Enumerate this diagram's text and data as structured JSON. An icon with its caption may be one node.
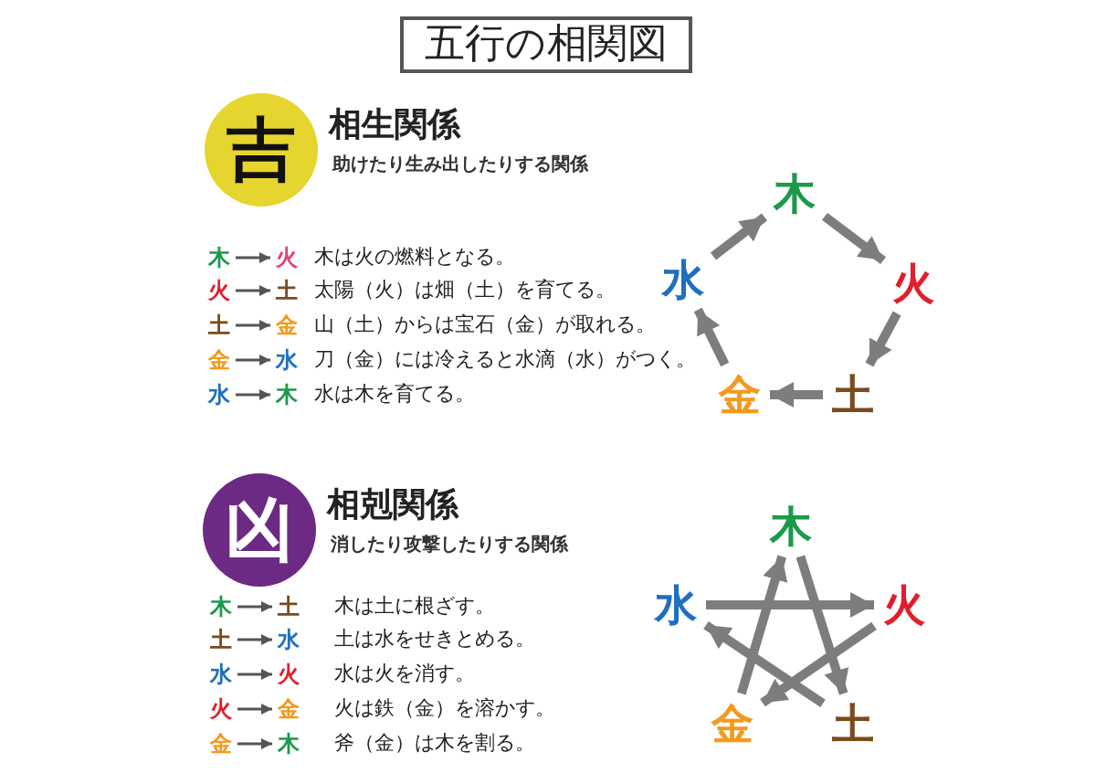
{
  "diagram": {
    "title": "五行の相関図",
    "nodes": [
      {
        "text": [
          "吉"
        ],
        "beside": [
          "相生関係",
          "助けたり生み出したりする関係"
        ]
      },
      {
        "text": [
          "木"
        ]
      },
      {
        "text": [
          "火"
        ]
      },
      {
        "text": [
          "火"
        ]
      },
      {
        "text": [
          "土"
        ]
      },
      {
        "text": [
          "土"
        ]
      },
      {
        "text": [
          "金"
        ]
      },
      {
        "text": [
          "金"
        ]
      },
      {
        "text": [
          "水"
        ]
      },
      {
        "text": [
          "水"
        ]
      },
      {
        "text": [
          "木"
        ]
      },
      {
        "text": [
          "木"
        ]
      },
      {
        "text": [
          "火"
        ]
      },
      {
        "text": [
          "土"
        ]
      },
      {
        "text": [
          "金"
        ]
      },
      {
        "text": [
          "水"
        ]
      },
      {
        "text": [
          "凶"
        ],
        "beside": [
          "相剋関係",
          "消したり攻撃したりする関係"
        ]
      },
      {
        "text": [
          "木"
        ]
      },
      {
        "text": [
          "土"
        ]
      },
      {
        "text": [
          "土"
        ]
      },
      {
        "text": [
          "水"
        ]
      },
      {
        "text": [
          "水"
        ]
      },
      {
        "text": [
          "火"
        ]
      },
      {
        "text": [
          "火"
        ]
      },
      {
        "text": [
          "金"
        ]
      },
      {
        "text": [
          "金"
        ]
      },
      {
        "text": [
          "木"
        ]
      },
      {
        "text": [
          "木"
        ]
      },
      {
        "text": [
          "火"
        ]
      },
      {
        "text": [
          "土"
        ]
      },
      {
        "text": [
          "金"
        ]
      },
      {
        "text": [
          "水"
        ]
      }
    ],
    "edges": [
      {
        "from": 1,
        "to": 2,
        "arrow": "to"
      },
      {
        "from": 3,
        "to": 4,
        "arrow": "to"
      },
      {
        "from": 5,
        "to": 6,
        "arrow": "to"
      },
      {
        "from": 7,
        "to": 8,
        "arrow": "to"
      },
      {
        "from": 9,
        "to": 10,
        "arrow": "to"
      },
      {
        "from": 11,
        "to": 12,
        "arrow": "to",
        "style": "thick"
      },
      {
        "from": 12,
        "to": 13,
        "arrow": "to",
        "style": "thick"
      },
      {
        "from": 13,
        "to": 14,
        "arrow": "to",
        "style": "thick"
      },
      {
        "from": 14,
        "to": 15,
        "arrow": "to",
        "style": "thick"
      },
      {
        "from": 15,
        "to": 11,
        "arrow": "to",
        "style": "thick"
      },
      {
        "from": 17,
        "to": 18,
        "arrow": "to"
      },
      {
        "from": 19,
        "to": 20,
        "arrow": "to"
      },
      {
        "from": 21,
        "to": 22,
        "arrow": "to"
      },
      {
        "from": 23,
        "to": 24,
        "arrow": "to"
      },
      {
        "from": 25,
        "to": 26,
        "arrow": "to"
      },
      {
        "from": 27,
        "to": 29,
        "arrow": "to",
        "style": "thick"
      },
      {
        "from": 29,
        "to": 31,
        "arrow": "to",
        "style": "thick"
      },
      {
        "from": 31,
        "to": 28,
        "arrow": "to",
        "style": "thick"
      },
      {
        "from": 28,
        "to": 30,
        "arrow": "to",
        "style": "thick"
      },
      {
        "from": 30,
        "to": 27,
        "arrow": "to",
        "style": "thick"
      }
    ],
    "labels": [
      "木は火の燃料となる。",
      "太陽（火）は畑（土）を育てる。",
      "山（土）からは宝石（金）が取れる。",
      "刀（金）には冷えると水滴（水）がつく。",
      "水は木を育てる。",
      "木は土に根ざす。",
      "土は水をせきとめる。",
      "水は火を消す。",
      "火は鉄（金）を溶かす。",
      "斧（金）は木を割る。"
    ]
  }
}
